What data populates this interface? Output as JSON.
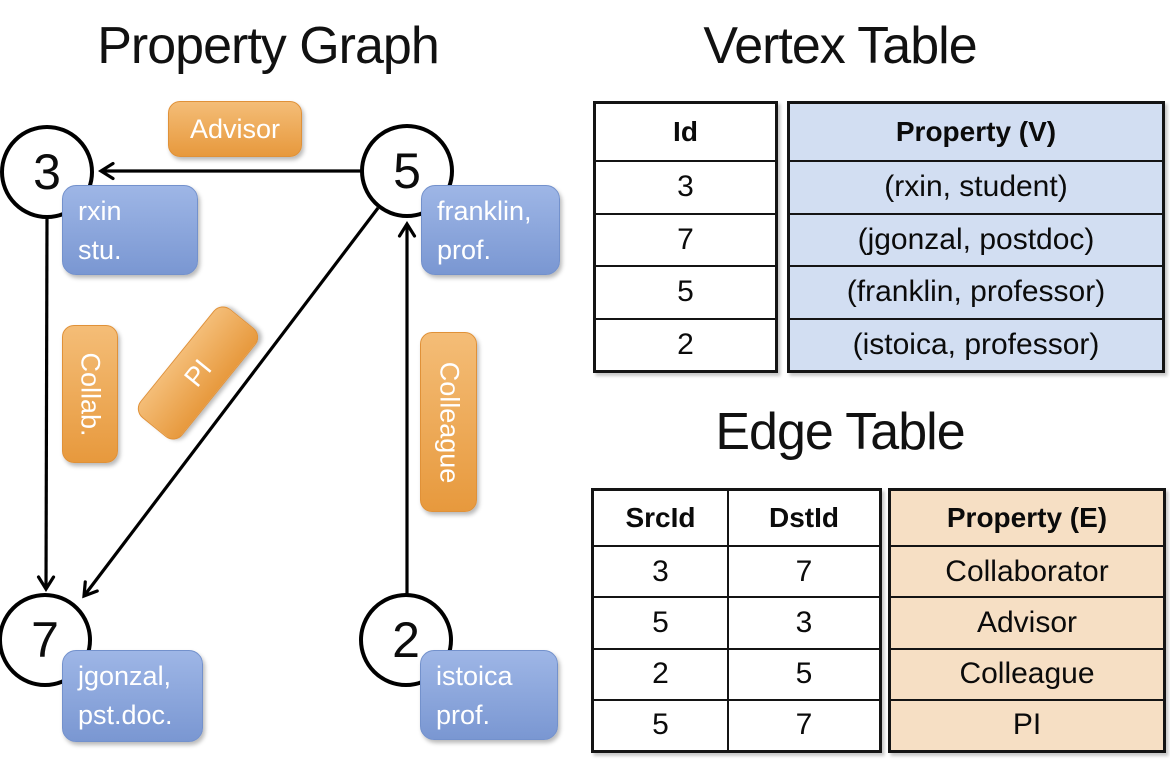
{
  "titles": {
    "graph": "Property Graph",
    "vertex_table": "Vertex Table",
    "edge_table": "Edge Table"
  },
  "graph": {
    "nodes": [
      {
        "id": "3",
        "line1": "rxin",
        "line2": "stu."
      },
      {
        "id": "5",
        "line1": "franklin,",
        "line2": "prof."
      },
      {
        "id": "7",
        "line1": "jgonzal,",
        "line2": "pst.doc."
      },
      {
        "id": "2",
        "line1": "istoica",
        "line2": "prof."
      }
    ],
    "edge_labels": {
      "advisor": "Advisor",
      "collab": "Collab.",
      "pi": "PI",
      "colleague": "Colleague"
    }
  },
  "vertex_table": {
    "headers": [
      "Id",
      "Property (V)"
    ],
    "rows": [
      {
        "id": "3",
        "property": "(rxin, student)"
      },
      {
        "id": "7",
        "property": "(jgonzal, postdoc)"
      },
      {
        "id": "5",
        "property": "(franklin, professor)"
      },
      {
        "id": "2",
        "property": "(istoica, professor)"
      }
    ]
  },
  "edge_table": {
    "headers": [
      "SrcId",
      "DstId",
      "Property (E)"
    ],
    "rows": [
      {
        "src": "3",
        "dst": "7",
        "property": "Collaborator"
      },
      {
        "src": "5",
        "dst": "3",
        "property": "Advisor"
      },
      {
        "src": "2",
        "dst": "5",
        "property": "Colleague"
      },
      {
        "src": "5",
        "dst": "7",
        "property": "PI"
      }
    ]
  },
  "colors": {
    "edge_label_fill": "#eda64e",
    "vertex_label_fill": "#8aa7dc",
    "vertex_table_fill": "#d2def2",
    "edge_table_fill": "#f6dfc4"
  }
}
